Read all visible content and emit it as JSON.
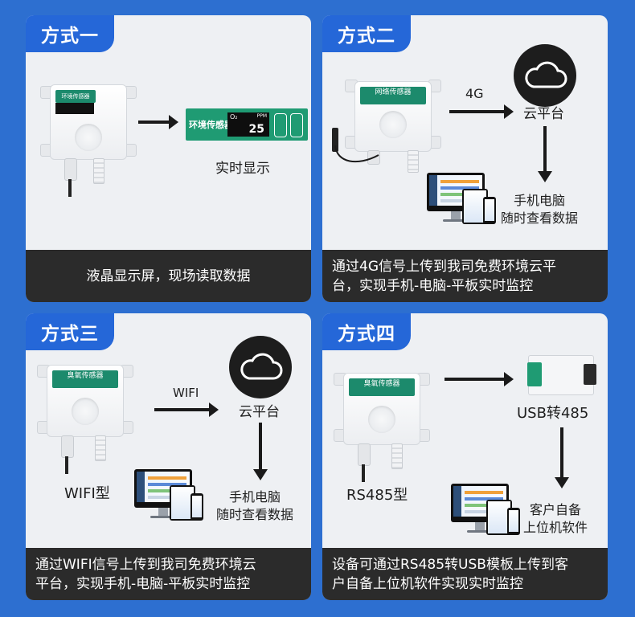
{
  "panels": [
    {
      "title": "方式一",
      "caption": "液晶显示屏，现场读取数据",
      "device_label": "环境传感器",
      "display_caption": "实时显示",
      "lcd": {
        "label": "环境传感器",
        "gas": "O₂",
        "unit": "PPM",
        "value": "25"
      }
    },
    {
      "title": "方式二",
      "caption_line1": "通过4G信号上传到我司免费环境云平",
      "caption_line2": "台，实现手机-电脑-平板实时监控",
      "device_label": "网络传感器",
      "link_label": "4G",
      "cloud_label": "云平台",
      "client_line1": "手机电脑",
      "client_line2": "随时查看数据"
    },
    {
      "title": "方式三",
      "caption_line1": "通过WIFI信号上传到我司免费环境云",
      "caption_line2": "平台，实现手机-电脑-平板实时监控",
      "device_label": "臭氧传感器",
      "device_name": "WIFI型",
      "link_label": "WIFI",
      "cloud_label": "云平台",
      "client_line1": "手机电脑",
      "client_line2": "随时查看数据"
    },
    {
      "title": "方式四",
      "caption_line1": "设备可通过RS485转USB模板上传到客",
      "caption_line2": "户自备上位机软件实现实时监控",
      "device_label": "臭氧传感器",
      "device_name": "RS485型",
      "converter_label": "USB转485",
      "client_line1": "客户自备",
      "client_line2": "上位机软件"
    }
  ],
  "icons": {
    "cloud": "cloud-icon"
  },
  "colors": {
    "background": "#2d6fd0",
    "header": "#2567d8",
    "footer": "#2b2b2b",
    "sensor_label": "#1c8a6c"
  }
}
